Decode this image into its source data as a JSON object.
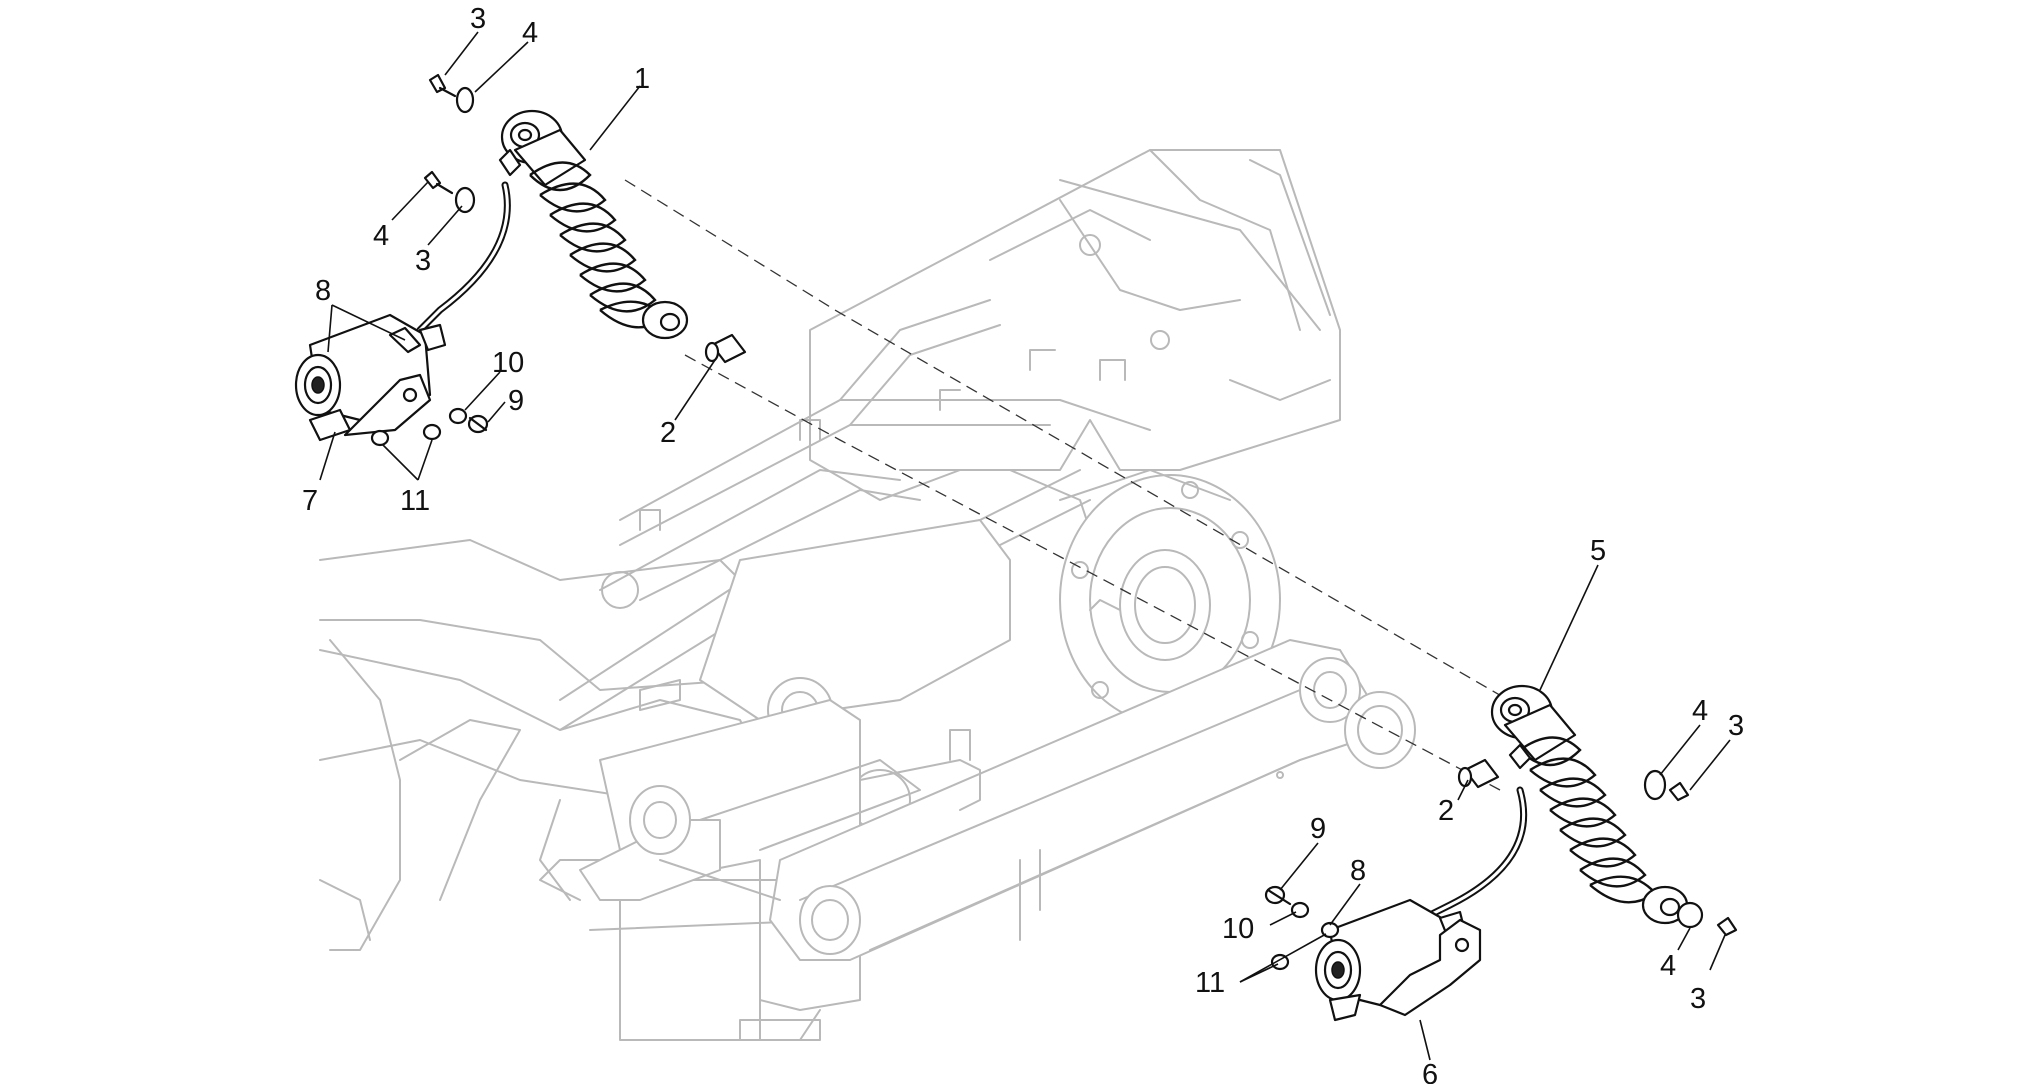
{
  "diagram": {
    "callouts": {
      "c1": "1",
      "c2a": "2",
      "c2b": "2",
      "c3a": "3",
      "c3b": "3",
      "c3c": "3",
      "c3d": "3",
      "c4a": "4",
      "c4b": "4",
      "c4c": "4",
      "c4d": "4",
      "c5": "5",
      "c6": "6",
      "c7": "7",
      "c8a": "8",
      "c8b": "8",
      "c9a": "9",
      "c9b": "9",
      "c10a": "10",
      "c10b": "10",
      "c11a": "11",
      "c11b": "11"
    }
  }
}
